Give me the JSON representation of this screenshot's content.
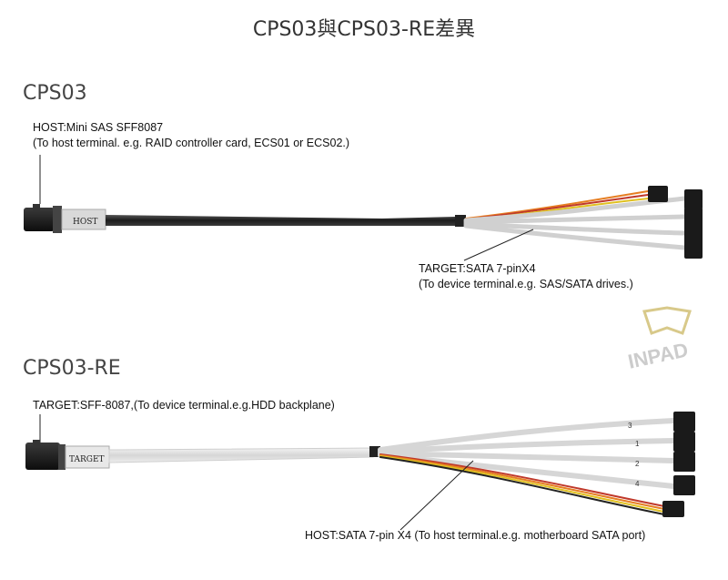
{
  "title": "CPS03與CPS03-RE差異",
  "cps03": {
    "heading": "CPS03",
    "host_label_line1": "HOST:Mini SAS SFF8087",
    "host_label_line2": "(To host terminal. e.g. RAID controller card, ECS01 or ECS02.)",
    "connector_text": "HOST",
    "target_label_line1": "TARGET:SATA 7-pinX4",
    "target_label_line2": "(To device terminal.e.g. SAS/SATA drives.)"
  },
  "cps03_re": {
    "heading": "CPS03-RE",
    "target_label": "TARGET:SFF-8087,(To device terminal.e.g.HDD backplane)",
    "connector_text": "TARGET",
    "host_label": "HOST:SATA 7-pin X4 (To host terminal.e.g. motherboard SATA port)",
    "port_numbers": [
      "3",
      "1",
      "2",
      "4"
    ]
  },
  "watermark": {
    "text": "INPAD"
  },
  "colors": {
    "cable_black": "#2a2a2a",
    "cable_white": "#e6e6e6",
    "connector_black": "#1a1a1a",
    "wire_red": "#c0392b",
    "wire_orange": "#e67e22",
    "wire_yellow": "#e0c020",
    "wire_black": "#222222",
    "watermark": "#d8c98a"
  }
}
